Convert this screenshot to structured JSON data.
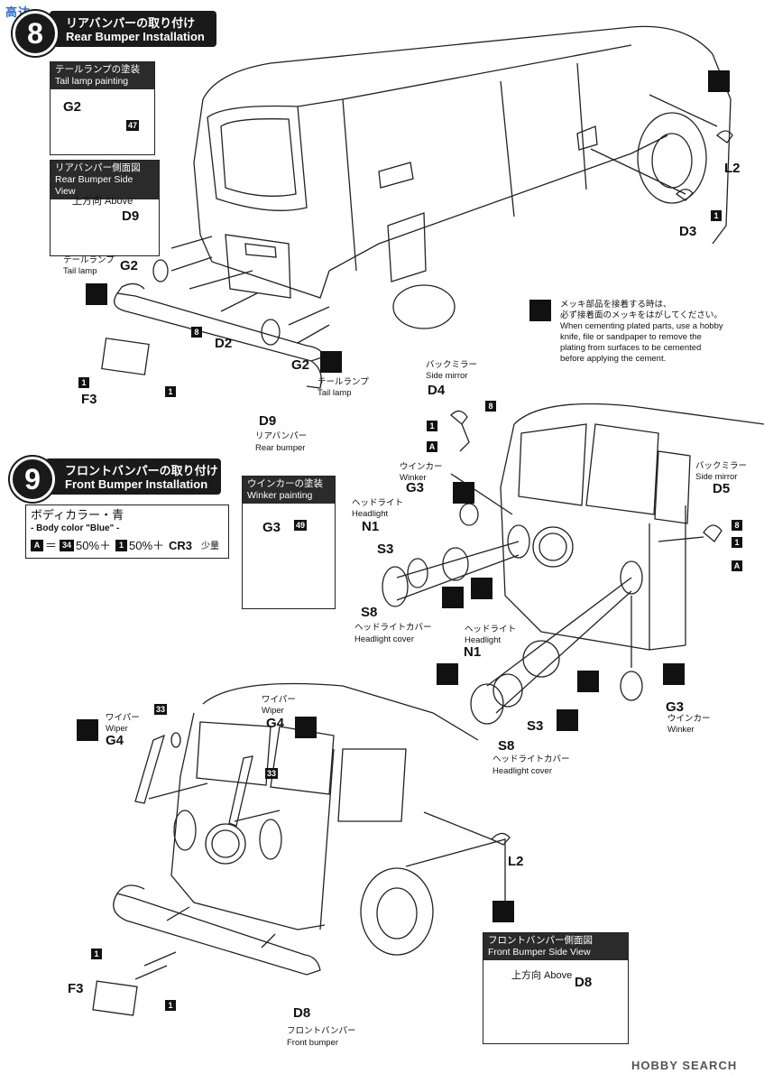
{
  "watermark_top": "高达",
  "steps": [
    {
      "number": "8",
      "title_jp": "リアバンパーの取り付け",
      "title_en": "Rear Bumper Installation"
    },
    {
      "number": "9",
      "title_jp": "フロントバンパーの取り付け",
      "title_en": "Front Bumper Installation"
    }
  ],
  "boxes": {
    "tail_lamp_painting": {
      "jp": "テールランプの塗装",
      "en": "Tail lamp painting",
      "part": "G2",
      "color_no": "47"
    },
    "rear_bumper_side": {
      "jp": "リアバンパー側面図",
      "en": "Rear Bumper Side View",
      "dir": "上方向 Above",
      "part": "D9"
    },
    "winker_painting": {
      "jp": "ウインカーの塗装",
      "en": "Winker painting",
      "part": "G3",
      "color_no": "49"
    },
    "front_bumper_side": {
      "jp": "フロントバンパー側面図",
      "en": "Front Bumper Side View",
      "dir": "上方向 Above",
      "part": "D8"
    },
    "body_color": {
      "jp": "ボディカラー・青",
      "en": "- Body color \"Blue\" -",
      "formula_a": "A",
      "eq": "＝",
      "c34": "34",
      "p1": "50%＋",
      "c1": "1",
      "p2": "50%＋",
      "cr": "CR3",
      "small": "少量"
    }
  },
  "note": {
    "line1": "メッキ部品を接着する時は、",
    "line2": "必ず接着面のメッキをはがしてください。",
    "en1": "When cementing plated parts, use a hobby",
    "en2": "knife, file or sandpaper to remove the",
    "en3": "plating from surfaces to be cemented",
    "en4": "before applying the cement."
  },
  "labels": {
    "L2a": "L2",
    "D3": "D3",
    "sq1_d3": "1",
    "G2_tail_jp": "テールランプ",
    "G2_tail_en": "Tail lamp",
    "G2a": "G2",
    "sq8_d2": "8",
    "D2": "D2",
    "G2b": "G2",
    "G2b_jp": "テールランプ",
    "G2b_en": "Tail lamp",
    "sq1_f3": "1",
    "F3a": "F3",
    "sq1_rb": "1",
    "D9": "D9",
    "D9_jp": "リアバンパー",
    "D9_en": "Rear bumper",
    "mirror_jp": "バックミラー",
    "mirror_en": "Side mirror",
    "D4": "D4",
    "sq8_d4": "8",
    "sq1_d4": "1",
    "sqA_d4": "A",
    "winker_jp": "ウインカー",
    "winker_en": "Winker",
    "G3a": "G3",
    "head_jp": "ヘッドライト",
    "head_en": "Headlight",
    "N1a": "N1",
    "S3a": "S3",
    "S8a": "S8",
    "cover_jp": "ヘッドライトカバー",
    "cover_en": "Headlight cover",
    "mirror2_jp": "バックミラー",
    "mirror2_en": "Side mirror",
    "D5": "D5",
    "sq8_d5": "8",
    "sq1_d5": "1",
    "sqA_d5": "A",
    "head2_jp": "ヘッドライト",
    "head2_en": "Headlight",
    "N1b": "N1",
    "S3b": "S3",
    "S8b": "S8",
    "cover2_jp": "ヘッドライトカバー",
    "cover2_en": "Headlight cover",
    "G3b": "G3",
    "winker2_jp": "ウインカー",
    "winker2_en": "Winker",
    "wiper_jp": "ワイパー",
    "wiper_en": "Wiper",
    "G4a": "G4",
    "sq33a": "33",
    "wiper2_jp": "ワイパー",
    "wiper2_en": "Wiper",
    "G4b": "G4",
    "sq33b": "33",
    "L2b": "L2",
    "sq1_f3b": "1",
    "F3b": "F3",
    "sq1_fb": "1",
    "D8": "D8",
    "D8_jp": "フロントバンパー",
    "D8_en": "Front bumper"
  },
  "watermark_bottom": "HOBBY SEARCH"
}
